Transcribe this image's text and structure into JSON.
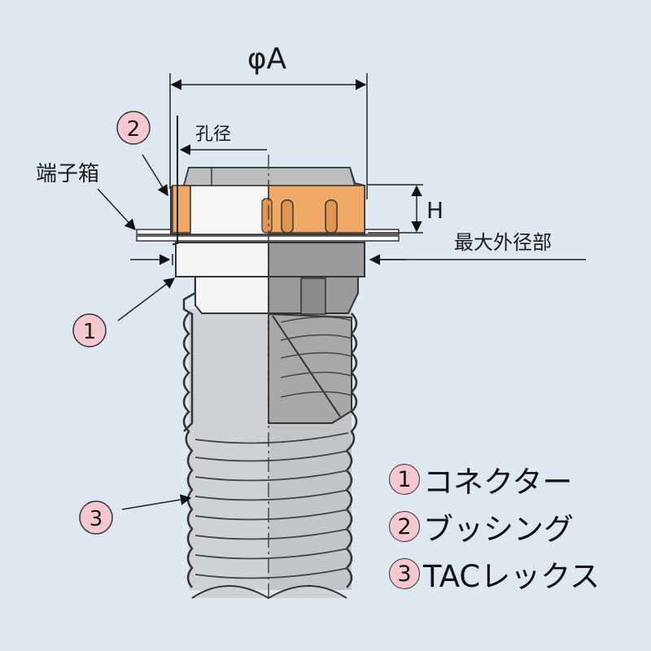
{
  "labels": {
    "phi_a": "φA",
    "hole_diameter": "孔径",
    "terminal_box": "端子箱",
    "h": "H",
    "max_outer_diameter": "最大外径部"
  },
  "callouts": {
    "c1": "1",
    "c2": "2",
    "c3": "3"
  },
  "legend": [
    {
      "number": "1",
      "text": "コネクター"
    },
    {
      "number": "2",
      "text": "ブッシング"
    },
    {
      "number": "3",
      "text": "TACレックス"
    }
  ],
  "colors": {
    "background": "#dfe8f1",
    "bushing": "#f0a866",
    "callout_badge": "#f5c8cf",
    "conduit": "#c9cccf"
  }
}
